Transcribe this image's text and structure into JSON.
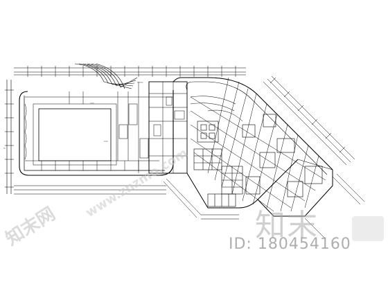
{
  "drawing": {
    "type": "architectural floor plan (CAD linework)",
    "line_color": "#000000",
    "background": "#ffffff"
  },
  "watermark": {
    "logo_text": "知末",
    "id_text": "ID: 180454160",
    "diagonal_text": "知末网",
    "diagonal_text_2": "www.znzmo.com",
    "color": "#aaaaaa"
  }
}
